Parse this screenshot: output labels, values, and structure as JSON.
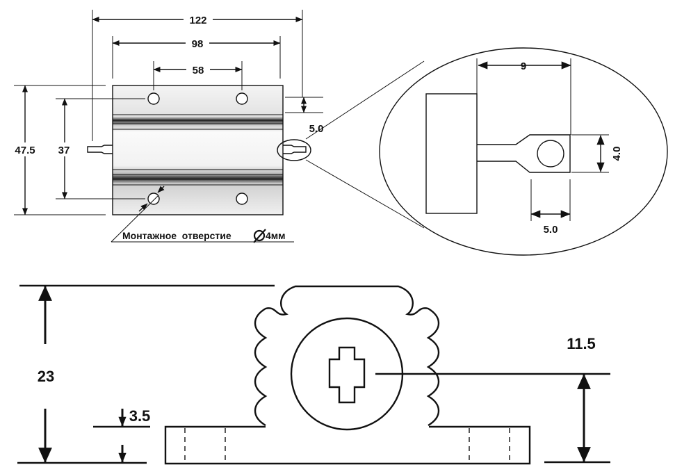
{
  "top_view": {
    "dim_overall_width": "122",
    "dim_hole_span": "98",
    "dim_inner_hole_span": "58",
    "dim_overall_height": "47.5",
    "dim_hole_vertical_span": "37",
    "dim_hole_offset": "5.0",
    "mounting_hole_label": "Монтажное  отверстие",
    "mounting_hole_diameter": "4мм"
  },
  "detail_view": {
    "dim_terminal_length": "9",
    "dim_terminal_height": "4.0",
    "dim_terminal_width": "5.0"
  },
  "section_view": {
    "dim_total_height": "23",
    "dim_base_height": "3.5",
    "dim_center_height": "11.5"
  }
}
